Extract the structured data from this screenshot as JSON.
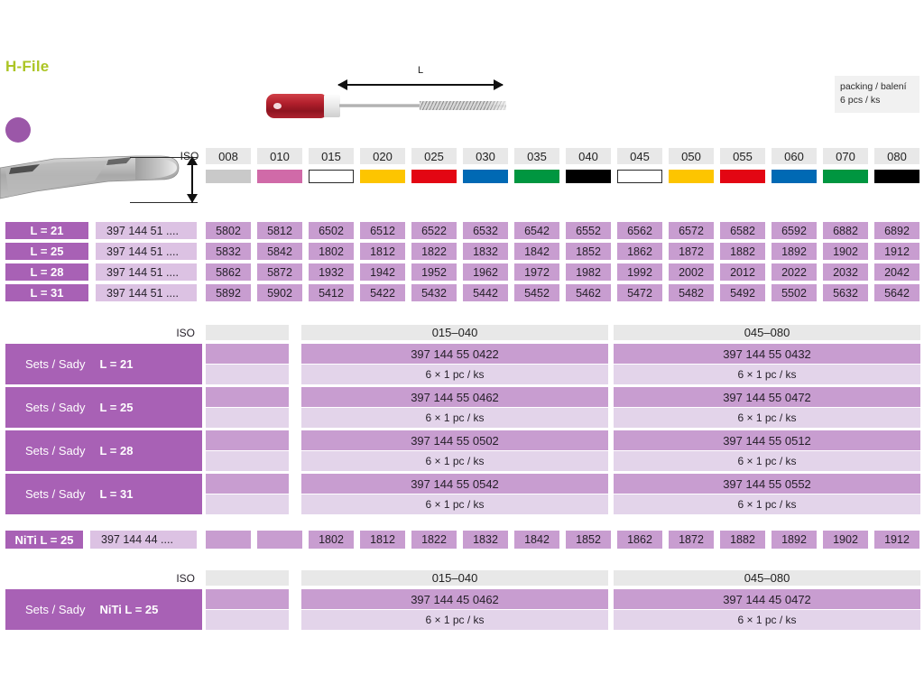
{
  "product": {
    "title": "H-File",
    "title_color": "#acc524",
    "dot_color": "#9b57a8"
  },
  "packing": {
    "line1": "packing / balení",
    "line2": "6 pcs / ks"
  },
  "diagram": {
    "length_label": "L",
    "handle_color": "#b21f2c",
    "collar_color": "#eeeeee",
    "shaft_color": "#c0c0c0"
  },
  "iso": {
    "label": "ISO",
    "sizes": [
      "008",
      "010",
      "015",
      "020",
      "025",
      "030",
      "035",
      "040",
      "045",
      "050",
      "055",
      "060",
      "070",
      "080"
    ],
    "colors": [
      "#c9c9c9",
      "#d06aa8",
      "#ffffff",
      "#fdc500",
      "#e30613",
      "#0069b4",
      "#009640",
      "#000000",
      "#ffffff",
      "#fdc500",
      "#e30613",
      "#0069b4",
      "#009640",
      "#000000"
    ],
    "outlined": [
      false,
      false,
      true,
      false,
      false,
      false,
      false,
      false,
      true,
      false,
      false,
      false,
      false,
      false
    ]
  },
  "main_table": {
    "rows": [
      {
        "label": "L = 21",
        "code": "397 144 51 ....",
        "values": [
          "5802",
          "5812",
          "6502",
          "6512",
          "6522",
          "6532",
          "6542",
          "6552",
          "6562",
          "6572",
          "6582",
          "6592",
          "6882",
          "6892"
        ]
      },
      {
        "label": "L = 25",
        "code": "397 144 51 ....",
        "values": [
          "5832",
          "5842",
          "1802",
          "1812",
          "1822",
          "1832",
          "1842",
          "1852",
          "1862",
          "1872",
          "1882",
          "1892",
          "1902",
          "1912"
        ]
      },
      {
        "label": "L = 28",
        "code": "397 144 51 ....",
        "values": [
          "5862",
          "5872",
          "1932",
          "1942",
          "1952",
          "1962",
          "1972",
          "1982",
          "1992",
          "2002",
          "2012",
          "2022",
          "2032",
          "2042"
        ]
      },
      {
        "label": "L = 31",
        "code": "397 144 51 ....",
        "values": [
          "5892",
          "5902",
          "5412",
          "5422",
          "5432",
          "5442",
          "5452",
          "5462",
          "5472",
          "5482",
          "5492",
          "5502",
          "5632",
          "5642"
        ]
      }
    ]
  },
  "sets_table": {
    "iso_label": "ISO",
    "ranges": [
      "015–040",
      "045–080"
    ],
    "rows": [
      {
        "prefix": "Sets / Sady",
        "length": "L = 21",
        "codes": [
          "397 144 55 0422",
          "397 144 55 0432"
        ],
        "qty": [
          "6 × 1 pc / ks",
          "6 × 1 pc / ks"
        ]
      },
      {
        "prefix": "Sets / Sady",
        "length": "L = 25",
        "codes": [
          "397 144 55 0462",
          "397 144 55 0472"
        ],
        "qty": [
          "6 × 1 pc / ks",
          "6 × 1 pc / ks"
        ]
      },
      {
        "prefix": "Sets / Sady",
        "length": "L = 28",
        "codes": [
          "397 144 55 0502",
          "397 144 55 0512"
        ],
        "qty": [
          "6 × 1 pc / ks",
          "6 × 1 pc / ks"
        ]
      },
      {
        "prefix": "Sets / Sady",
        "length": "L = 31",
        "codes": [
          "397 144 55 0542",
          "397 144 55 0552"
        ],
        "qty": [
          "6 × 1 pc / ks",
          "6 × 1 pc / ks"
        ]
      }
    ]
  },
  "niti_row": {
    "label": "NiTi L = 25",
    "code": "397 144 44 ....",
    "values": [
      "",
      "",
      "1802",
      "1812",
      "1822",
      "1832",
      "1842",
      "1852",
      "1862",
      "1872",
      "1882",
      "1892",
      "1902",
      "1912"
    ]
  },
  "niti_sets": {
    "iso_label": "ISO",
    "ranges": [
      "015–040",
      "045–080"
    ],
    "rows": [
      {
        "prefix": "Sets / Sady",
        "length": "NiTi L = 25",
        "codes": [
          "397 144 45 0462",
          "397 144 45 0472"
        ],
        "qty": [
          "6 × 1 pc / ks",
          "6 × 1 pc / ks"
        ]
      }
    ]
  },
  "theme": {
    "purple_dark": "#a861b5",
    "purple_mid": "#c89dd0",
    "purple_light": "#e3d4ea",
    "gray_head": "#e8e8e8"
  }
}
